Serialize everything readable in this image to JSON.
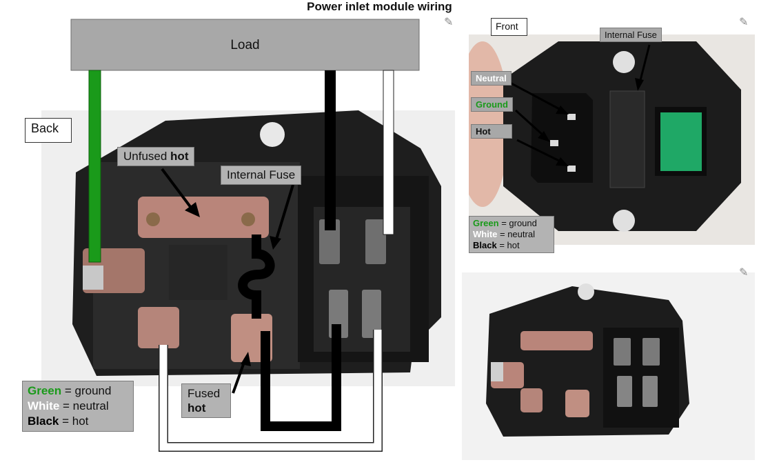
{
  "title": "Power inlet module wiring",
  "main": {
    "load_label": "Load",
    "back_label": "Back",
    "unfused_prefix": "Unfused ",
    "unfused_bold": "hot",
    "internal_fuse_label": "Internal Fuse",
    "fused_line1": "Fused",
    "fused_line2": "hot",
    "legend": [
      {
        "color_word": "Green",
        "meaning": " = ground"
      },
      {
        "color_word": "White",
        "meaning": " = neutral"
      },
      {
        "color_word": "Black",
        "meaning": " = hot"
      }
    ]
  },
  "front": {
    "front_label": "Front",
    "internal_fuse_label": "Internal Fuse",
    "neutral_label": "Neutral",
    "ground_label": "Ground",
    "hot_label": "Hot",
    "legend": [
      {
        "color_word": "Green",
        "meaning": " = ground"
      },
      {
        "color_word": "White",
        "meaning": " = neutral"
      },
      {
        "color_word": "Black",
        "meaning": " = hot"
      }
    ]
  },
  "colors": {
    "ground": "#1a9a1a",
    "neutral": "#ffffff",
    "hot": "#000000",
    "label_gray": "#b3b3b3"
  },
  "icons": [
    "pencil-icon"
  ]
}
